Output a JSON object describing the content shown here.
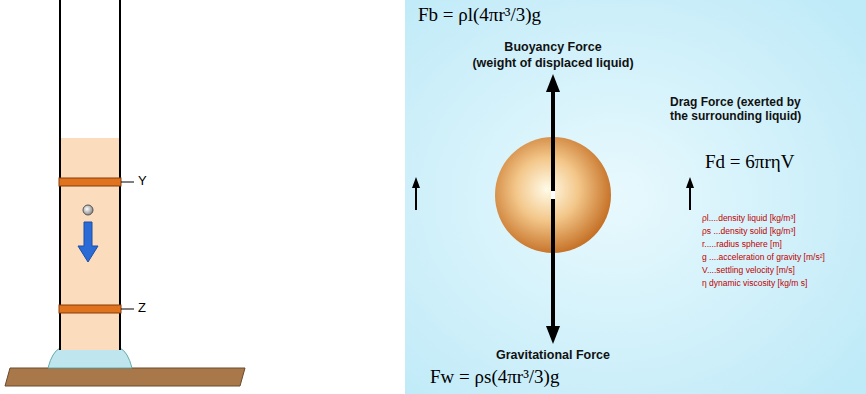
{
  "diagram": {
    "labels": [
      "Y",
      "Z",
      "Fb = ρl(4πr³/3)g",
      "Buoyancy Force",
      "(weight of displaced liquid)",
      "Drag Force (exerted by the surrounding liquid)",
      "Fd = 6πrηV",
      "ρl....density liquid [kg/m³]",
      "ρs ...density solid [kg/m³]",
      "r.....radius sphere [m]",
      "g ....acceleration of gravity [m/s²]",
      "V....settling velocity [m/s]",
      "η      dynamic viscosity [kg/m s]",
      "Gravitational Force",
      "Fw = ρs(4πr³/3)g"
    ]
  }
}
